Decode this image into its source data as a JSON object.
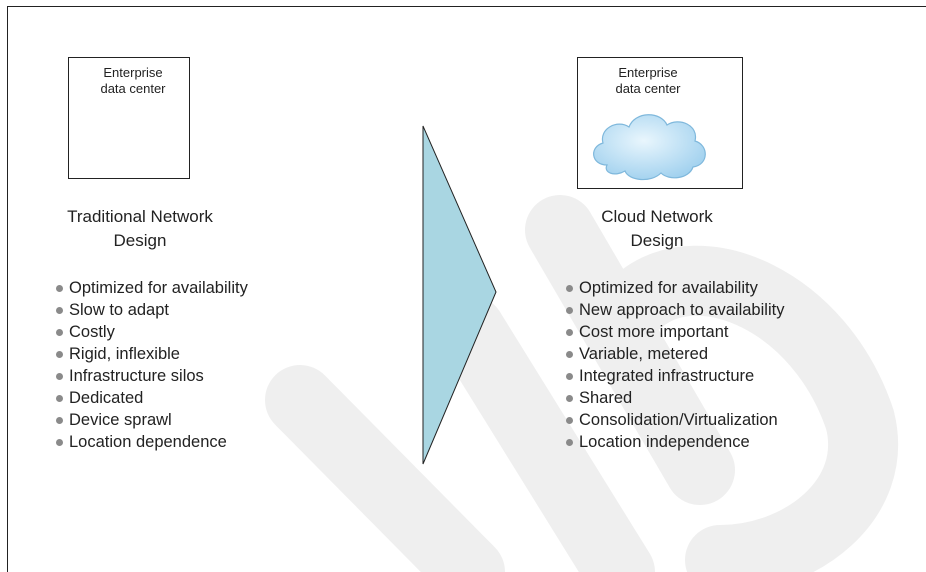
{
  "left": {
    "box_label": "Enterprise data center",
    "title_line1": "Traditional Network",
    "title_line2": "Design",
    "items": [
      "Optimized for availability",
      "Slow to adapt",
      "Costly",
      "Rigid, inflexible",
      "Infrastructure silos",
      "Dedicated",
      "Device sprawl",
      "Location dependence"
    ]
  },
  "right": {
    "box_label": "Enterprise data center",
    "title_line1": "Cloud Network",
    "title_line2": "Design",
    "items": [
      "Optimized for availability",
      "New approach to availability",
      "Cost more important",
      "Variable, metered",
      "Integrated infrastructure",
      "Shared",
      "Consolidation/Virtualization",
      "Location independence"
    ]
  },
  "colors": {
    "arrow_fill": "#a9d6e2",
    "cloud_fill": "#aed8f0",
    "bullet": "#8a8a8a",
    "watermark": "#eeeeee"
  },
  "icons": {
    "transition": "chevron-arrow-icon",
    "cloud": "cloud-icon"
  }
}
